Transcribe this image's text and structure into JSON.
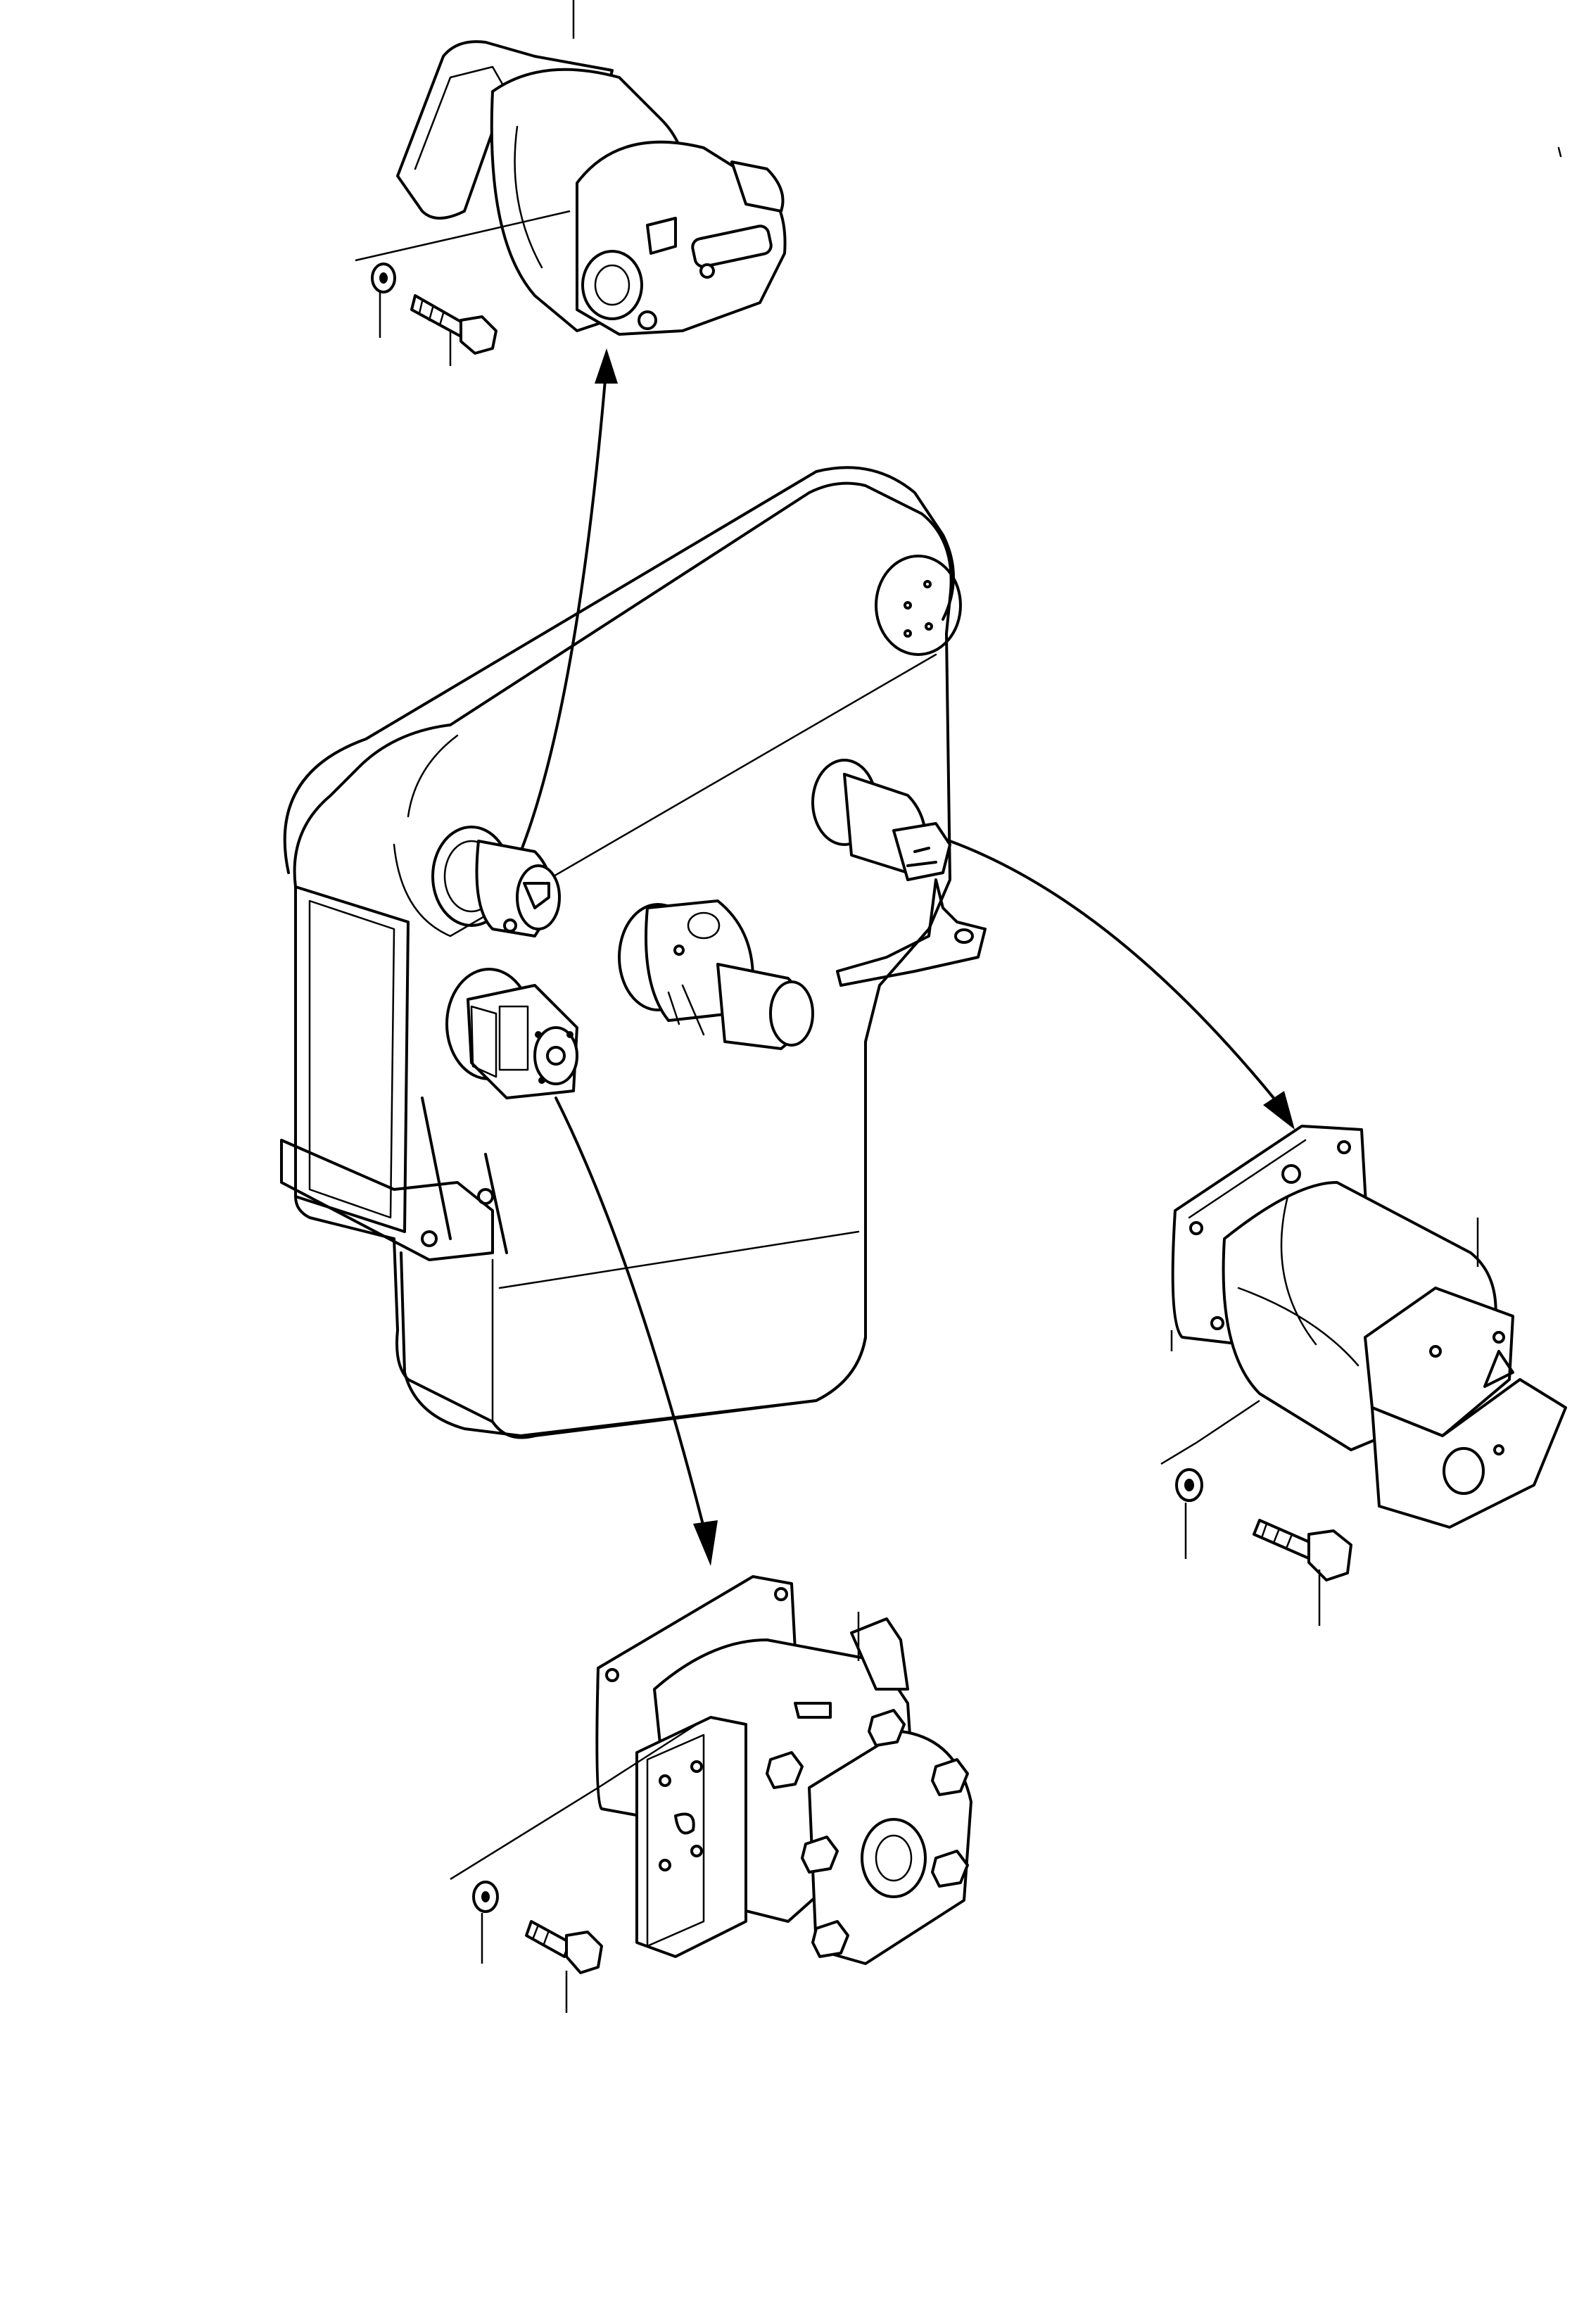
{
  "figure": {
    "type": "exploded-parts-diagram",
    "background_color": "#ffffff",
    "line_color": "#000000",
    "components": [
      "transfer-gearbox",
      "upper-pump",
      "right-pump",
      "lower-pump",
      "washer",
      "bolt"
    ]
  }
}
